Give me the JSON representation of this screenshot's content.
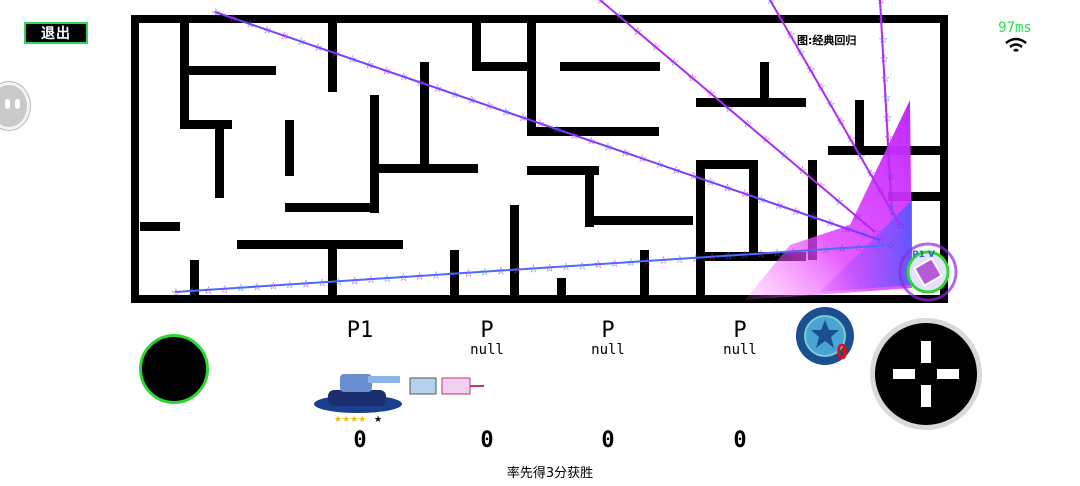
{
  "topbar": {
    "exit_label": "退出",
    "ping": "97ms",
    "ping_color": "#27e04a"
  },
  "map": {
    "label": "图:经典回归",
    "wall_color": "#000000"
  },
  "icons": {
    "wifi": "wifi-icon",
    "side": "floating-assist-icon",
    "star": "star-icon",
    "tank": "tank-icon"
  },
  "players": [
    {
      "tag": "P1",
      "sub": "",
      "score": "0"
    },
    {
      "tag": "P",
      "sub": "null",
      "score": "0"
    },
    {
      "tag": "P",
      "sub": "null",
      "score": "0"
    },
    {
      "tag": "P",
      "sub": "null",
      "score": "0"
    }
  ],
  "player_marker": "P1 V",
  "ammo_count": "0",
  "goal_text": "率先得3分获胜",
  "effects": {
    "trail_colors": [
      "#8a2be2",
      "#b02cf0",
      "#4a6cff"
    ],
    "beam_color": "#c036ff"
  }
}
